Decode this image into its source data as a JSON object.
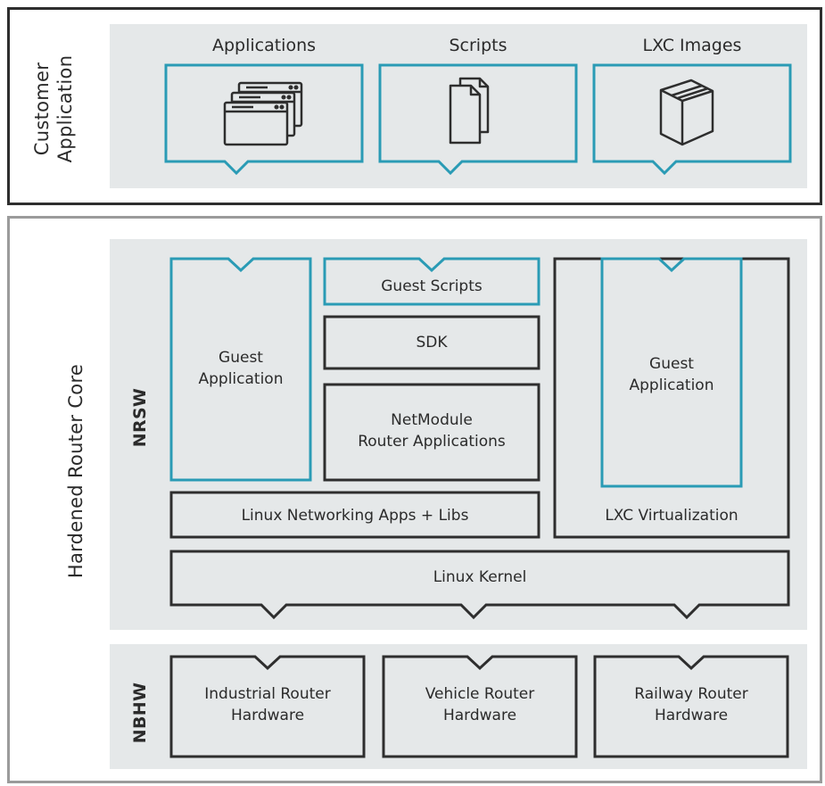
{
  "customer": {
    "label_line1": "Customer",
    "label_line2": "Application",
    "columns": [
      {
        "title": "Applications",
        "icon": "windows-icon"
      },
      {
        "title": "Scripts",
        "icon": "documents-icon"
      },
      {
        "title": "LXC Images",
        "icon": "box-icon"
      }
    ]
  },
  "core": {
    "label": "Hardened Router Core",
    "nrsw_label": "NRSW",
    "nbhw_label": "NBHW",
    "guest_app_left_line1": "Guest",
    "guest_app_left_line2": "Application",
    "guest_scripts": "Guest Scripts",
    "sdk": "SDK",
    "netmodule_line1": "NetModule",
    "netmodule_line2": "Router Applications",
    "guest_app_right_line1": "Guest",
    "guest_app_right_line2": "Application",
    "lxc_virtualization": "LXC Virtualization",
    "linux_networking": "Linux Networking Apps + Libs",
    "linux_kernel": "Linux Kernel"
  },
  "hardware": [
    {
      "line1": "Industrial Router",
      "line2": "Hardware"
    },
    {
      "line1": "Vehicle Router",
      "line2": "Hardware"
    },
    {
      "line1": "Railway Router",
      "line2": "Hardware"
    }
  ],
  "colors": {
    "accent": "#2a9bb5",
    "dark": "#2e2e2e",
    "band": "#e5e8e9"
  }
}
